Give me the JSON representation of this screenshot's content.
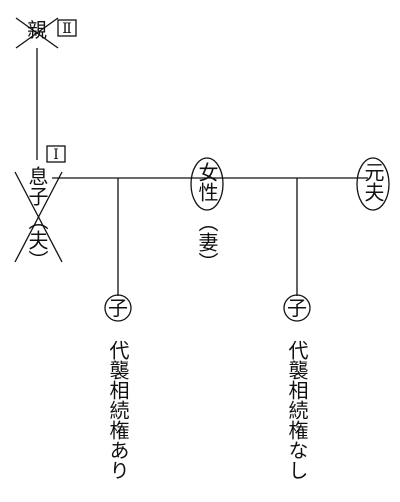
{
  "nodes": {
    "parent": {
      "text": "親",
      "marker": "Ⅱ"
    },
    "son": {
      "text": "息子",
      "marker": "Ⅰ"
    },
    "son_role": {
      "text": "（夫）"
    },
    "woman": {
      "text": "女性"
    },
    "woman_role": {
      "text": "（妻）"
    },
    "ex_husband": {
      "text": "元夫"
    },
    "child_left": {
      "text": "子"
    },
    "child_right": {
      "text": "子"
    }
  },
  "labels": {
    "left_child_status": "代襲相続権あり",
    "right_child_status": "代襲相続権なし"
  }
}
